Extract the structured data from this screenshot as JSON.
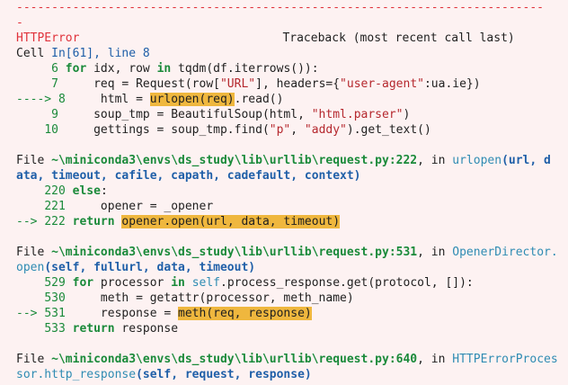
{
  "traceback": {
    "separator": "---------------------------------------------------------------------------",
    "separator_tail": "-",
    "error_name": "HTTPError",
    "header_right": "Traceback (most recent call last)",
    "cell_prefix": "Cell ",
    "cell_ref": "In[61], line 8",
    "block1": [
      {
        "arrow": "",
        "num": "6",
        "code": [
          {
            "t": "kw",
            "v": "for"
          },
          {
            "t": "",
            "v": " idx, row "
          },
          {
            "t": "kw",
            "v": "in"
          },
          {
            "t": "",
            "v": " tqdm(df.iterrows()):"
          }
        ]
      },
      {
        "arrow": "",
        "num": "7",
        "code": [
          {
            "t": "",
            "v": "    req = Request(row["
          },
          {
            "t": "str",
            "v": "\"URL\""
          },
          {
            "t": "",
            "v": "], headers={"
          },
          {
            "t": "str",
            "v": "\"user-agent\""
          },
          {
            "t": "",
            "v": ":ua.ie})"
          }
        ]
      },
      {
        "arrow": "----> ",
        "num": "8",
        "code": [
          {
            "t": "",
            "v": "    html = "
          },
          {
            "t": "hl",
            "v": "urlopen(req)"
          },
          {
            "t": "",
            "v": ".read()"
          }
        ]
      },
      {
        "arrow": "",
        "num": "9",
        "code": [
          {
            "t": "",
            "v": "    soup_tmp = BeautifulSoup(html, "
          },
          {
            "t": "str",
            "v": "\"html.parser\""
          },
          {
            "t": "",
            "v": ")"
          }
        ]
      },
      {
        "arrow": "",
        "num": "10",
        "code": [
          {
            "t": "",
            "v": "    gettings = soup_tmp.find("
          },
          {
            "t": "str",
            "v": "\"p\""
          },
          {
            "t": "",
            "v": ", "
          },
          {
            "t": "str",
            "v": "\"addy\""
          },
          {
            "t": "",
            "v": ").get_text()"
          }
        ]
      }
    ],
    "frame2": {
      "file_label": "File ",
      "path": "~\\miniconda3\\envs\\ds_study\\lib\\urllib\\request.py:222",
      "in_word": ", in ",
      "func": "urlopen",
      "sig_line1": "(url, d",
      "sig_line2": "ata, timeout, cafile, capath, cadefault, context)",
      "lines": [
        {
          "arrow": "",
          "num": "220",
          "code": [
            {
              "t": "kw",
              "v": "else"
            },
            {
              "t": "",
              "v": ":"
            }
          ]
        },
        {
          "arrow": "",
          "num": "221",
          "code": [
            {
              "t": "",
              "v": "    opener = _opener"
            }
          ]
        },
        {
          "arrow": "--> ",
          "num": "222",
          "code": [
            {
              "t": "kw",
              "v": "return"
            },
            {
              "t": "",
              "v": " "
            },
            {
              "t": "hl",
              "v": "opener.open(url, data, timeout)"
            }
          ]
        }
      ]
    },
    "frame3": {
      "file_label": "File ",
      "path": "~\\miniconda3\\envs\\ds_study\\lib\\urllib\\request.py:531",
      "in_word": ", in ",
      "func1": "OpenerDirector.",
      "func2": "open",
      "sig": "(self, fullurl, data, timeout)",
      "lines": [
        {
          "arrow": "",
          "num": "529",
          "code": [
            {
              "t": "kw",
              "v": "for"
            },
            {
              "t": "",
              "v": " processor "
            },
            {
              "t": "kw",
              "v": "in"
            },
            {
              "t": "",
              "v": " "
            },
            {
              "t": "dim",
              "v": "self"
            },
            {
              "t": "",
              "v": ".process_response.get(protocol, []):"
            }
          ]
        },
        {
          "arrow": "",
          "num": "530",
          "code": [
            {
              "t": "",
              "v": "    meth = getattr(processor, meth_name)"
            }
          ]
        },
        {
          "arrow": "--> ",
          "num": "531",
          "code": [
            {
              "t": "",
              "v": "    response = "
            },
            {
              "t": "hl",
              "v": "meth(req, response)"
            }
          ]
        },
        {
          "arrow": "",
          "num": "533",
          "code": [
            {
              "t": "kw",
              "v": "return"
            },
            {
              "t": "",
              "v": " response"
            }
          ]
        }
      ]
    },
    "frame4": {
      "file_label": "File ",
      "path": "~\\miniconda3\\envs\\ds_study\\lib\\urllib\\request.py:640",
      "in_word": ", in ",
      "func1": "HTTPErrorProces",
      "func2": "sor.http_response",
      "sig": "(self, request, response)"
    }
  }
}
